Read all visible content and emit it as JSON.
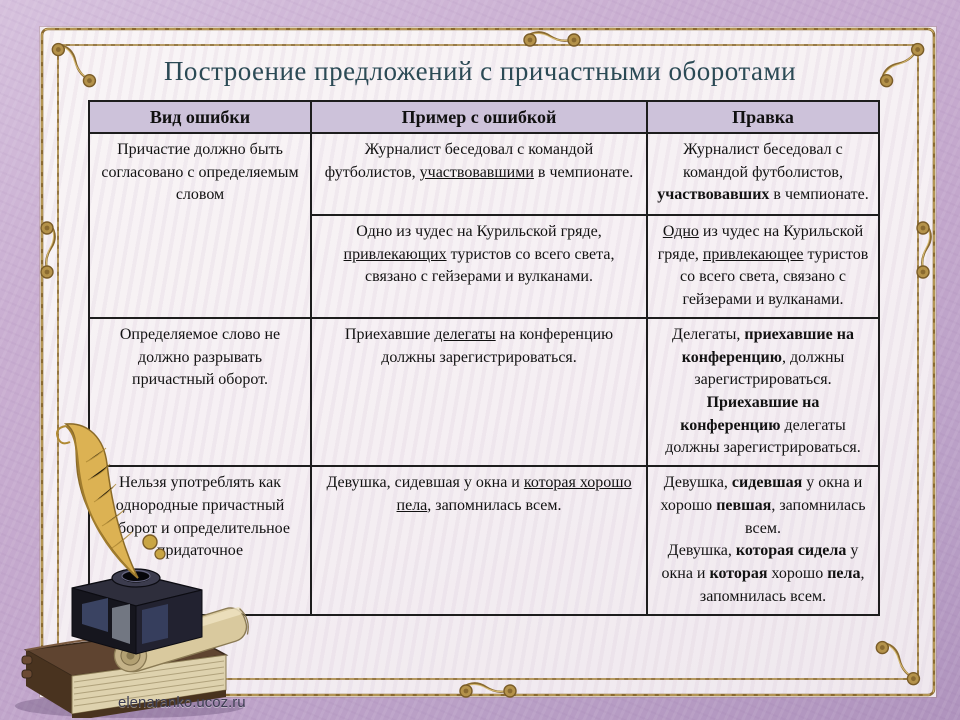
{
  "slide": {
    "title": "Построение предложений с причастными оборотами",
    "watermark": "elenaranko.ucoz.ru"
  },
  "colors": {
    "background_lilac": "#c3a7cc",
    "panel_ivory": "#f5eff3",
    "frame_gold": "#9a7a38",
    "table_header_bg": "#cdc2da",
    "table_border": "#1d1d1d",
    "title_color": "#2b4a55",
    "body_text": "#121212"
  },
  "table": {
    "headers": [
      "Вид ошибки",
      "Пример с ошибкой",
      "Правка"
    ],
    "cells": {
      "err1": "Причастие должно быть согласовано с определяемым словом",
      "ex1a": [
        {
          "t": "Журналист  беседовал  с  командой футболистов, "
        },
        {
          "t": "участвовавшими",
          "u": true
        },
        {
          "t": " в чемпионате."
        }
      ],
      "fix1a": [
        {
          "t": "Журналист  беседовал  с командой  футболистов, "
        },
        {
          "t": "участвовавших",
          "b": true
        },
        {
          "t": " в чемпионате."
        }
      ],
      "ex1b": [
        {
          "t": "Одно из чудес на Курильской гряде, "
        },
        {
          "t": "привлекающих",
          "u": true
        },
        {
          "t": " туристов со всего света, связано с гейзерами и вулканами."
        }
      ],
      "fix1b": [
        {
          "t": "Одно",
          "u": true
        },
        {
          "t": " из чудес на Курильской гряде, "
        },
        {
          "t": "привлекающее",
          "u": true
        },
        {
          "t": " туристов со всего света, связано с гейзерами и вулканами."
        }
      ],
      "err2": "Определяемое слово не должно разрывать причастный оборот.",
      "ex2": [
        {
          "t": "Приехавшие "
        },
        {
          "t": "делегаты",
          "u": true
        },
        {
          "t": " на конференцию должны зарегистрироваться."
        }
      ],
      "fix2": [
        {
          "t": "Делегаты, "
        },
        {
          "t": "приехавшие на конференцию",
          "b": true
        },
        {
          "t": ", должны зарегистрироваться."
        },
        {
          "br": true
        },
        {
          "t": "Приехавшие на конференцию",
          "b": true
        },
        {
          "t": " делегаты должны зарегистрироваться."
        }
      ],
      "err3": "Нельзя употреблять как однородные причастный оборот и определительное придаточное",
      "ex3": [
        {
          "t": "Девушка, сидевшая у окна и "
        },
        {
          "t": "которая хорошо пела",
          "u": true
        },
        {
          "t": ", запомнилась всем."
        }
      ],
      "fix3": [
        {
          "t": "Девушка, "
        },
        {
          "t": "сидевшая",
          "b": true
        },
        {
          "t": " у окна и хорошо "
        },
        {
          "t": "певшая",
          "b": true
        },
        {
          "t": ", запомнилась всем."
        },
        {
          "br": true
        },
        {
          "t": "Девушка, "
        },
        {
          "t": "которая сидела",
          "b": true
        },
        {
          "t": " у окна и "
        },
        {
          "t": "которая",
          "b": true
        },
        {
          "t": " хорошо "
        },
        {
          "t": "пела",
          "b": true
        },
        {
          "t": ", запомнилась всем."
        }
      ]
    }
  },
  "decoration": {
    "icons": [
      "quill-feather-icon",
      "inkwell-icon",
      "scroll-icon",
      "old-book-icon",
      "ornate-frame"
    ]
  }
}
